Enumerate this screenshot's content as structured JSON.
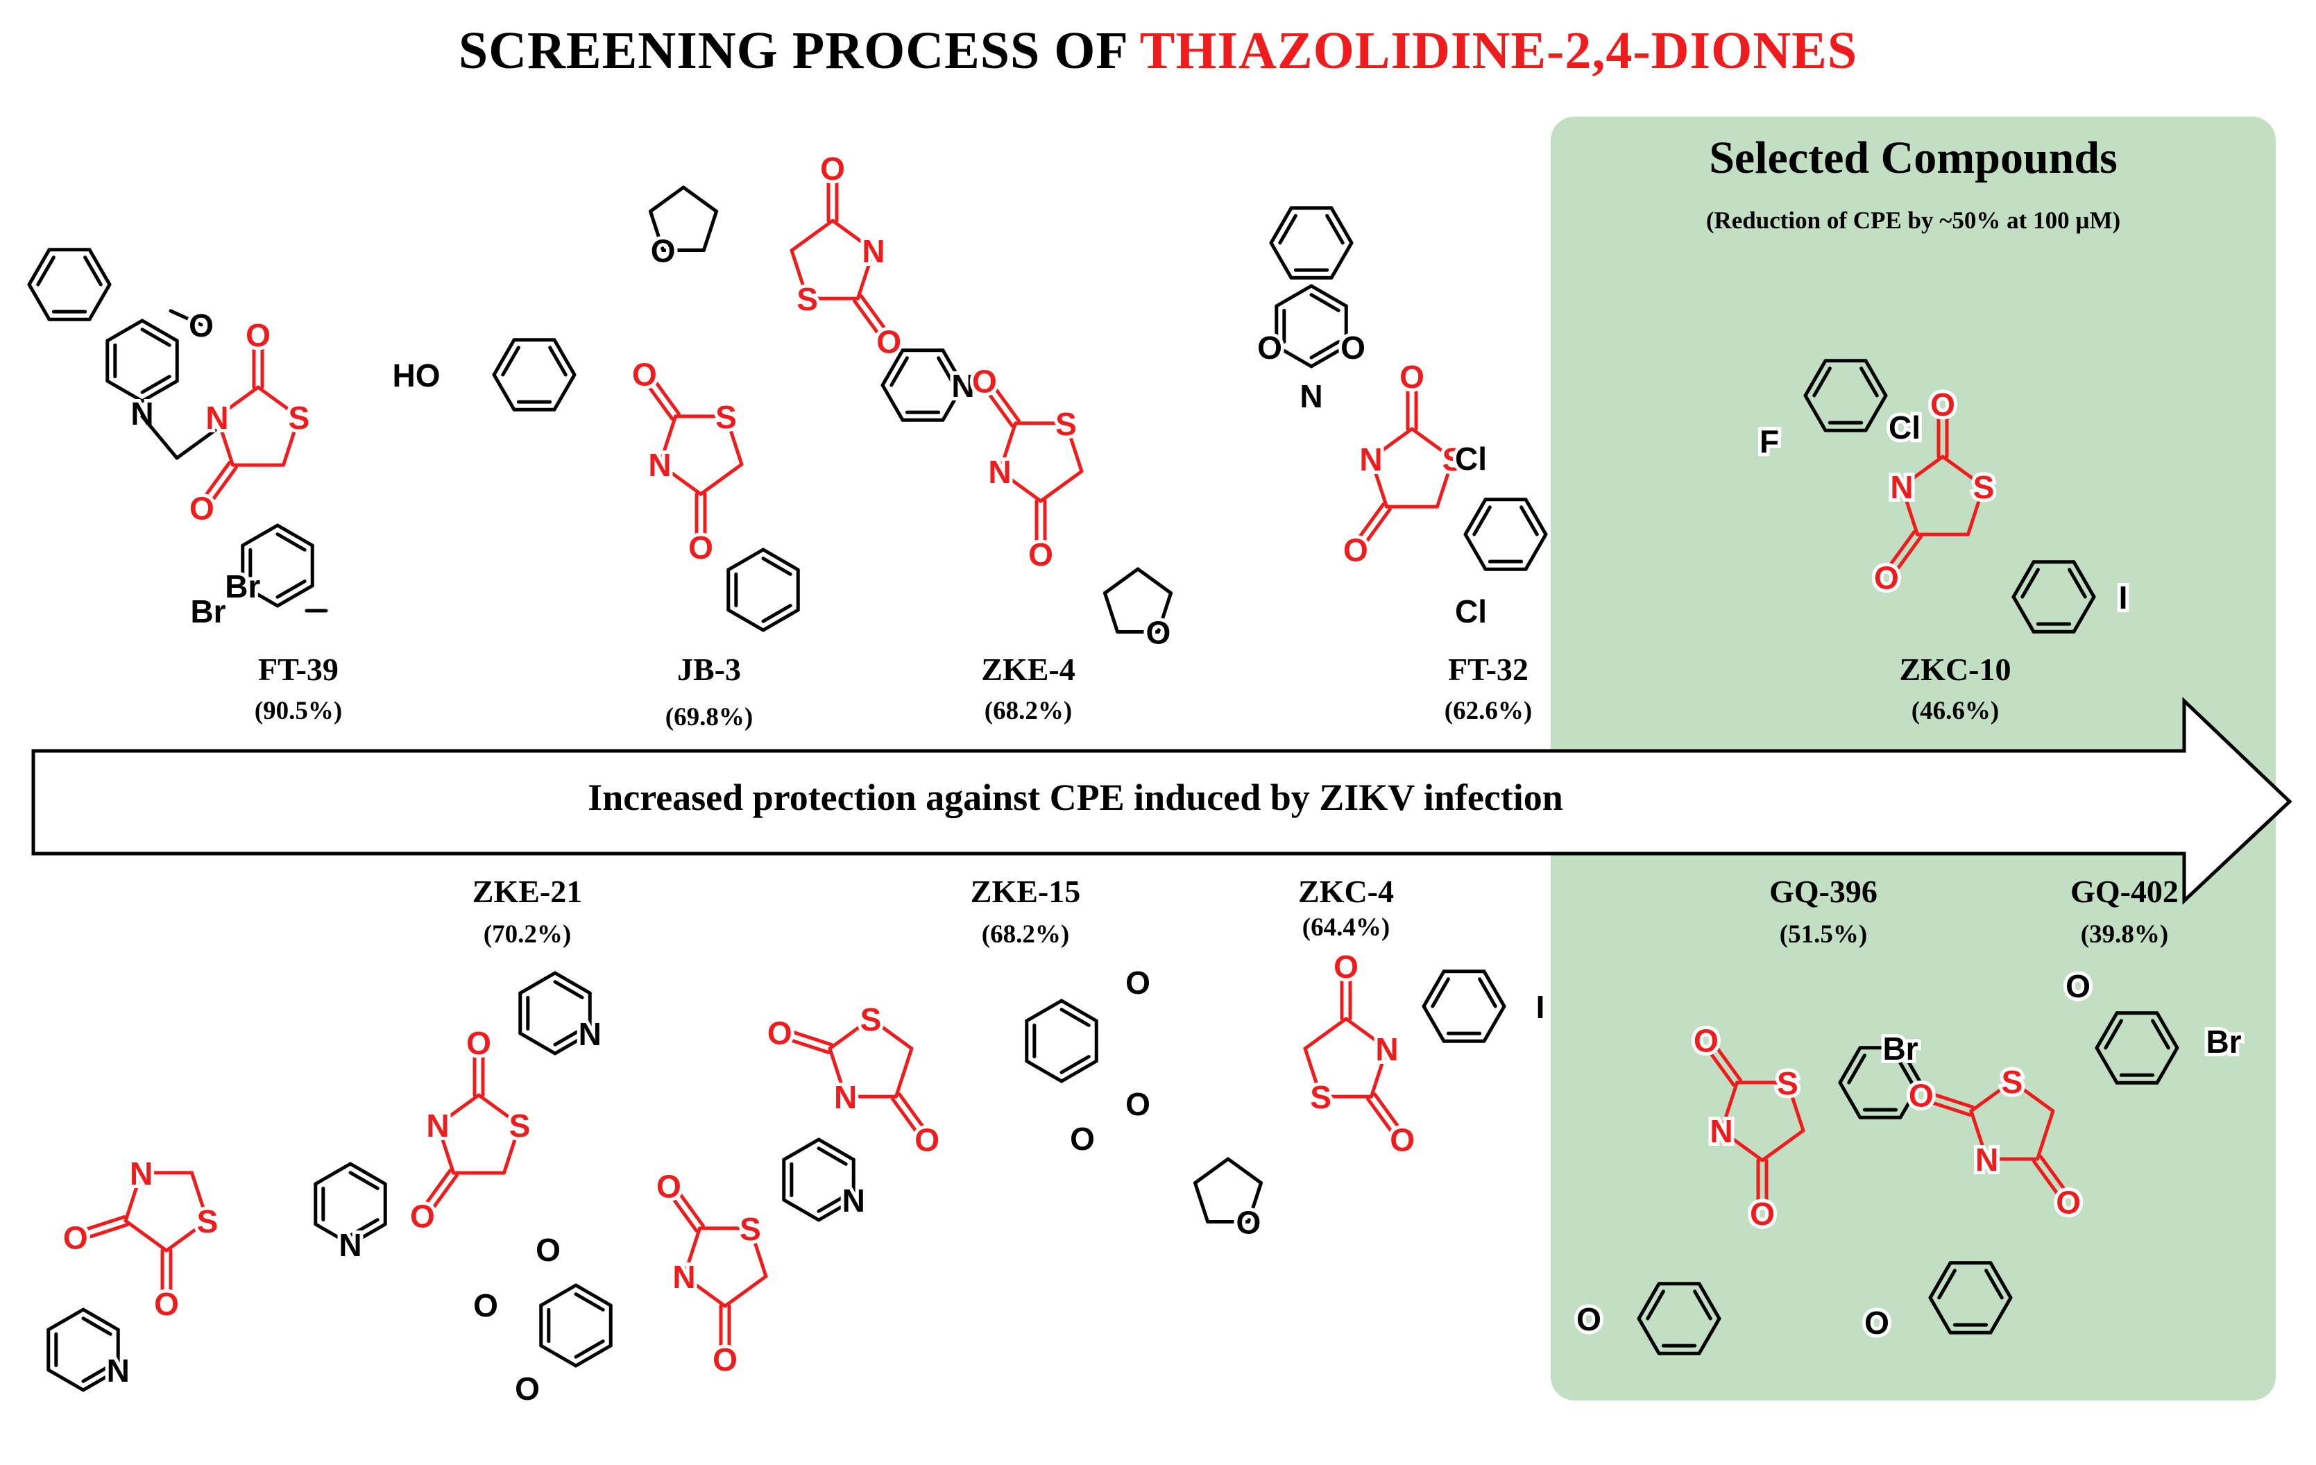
{
  "title": {
    "prefix": "SCREENING PROCESS OF",
    "highlight": "THIAZOLIDINE-2,4-DIONES"
  },
  "selected_panel": {
    "title": "Selected Compounds",
    "subtitle": "(Reduction of CPE by ~50% at 100 µM)"
  },
  "arrow": {
    "label": "Increased protection against CPE induced by ZIKV infection"
  },
  "compounds": {
    "ft39": {
      "name": "FT-39",
      "value": "(90.5%)"
    },
    "jb3": {
      "name": "JB-3",
      "value": "(69.8%)"
    },
    "zke4": {
      "name": "ZKE-4",
      "value": "(68.2%)"
    },
    "ft32": {
      "name": "FT-32",
      "value": "(62.6%)"
    },
    "zkc10": {
      "name": "ZKC-10",
      "value": "(46.6%)"
    },
    "zke21": {
      "name": "ZKE-21",
      "value": "(70.2%)"
    },
    "zke15": {
      "name": "ZKE-15",
      "value": "(68.2%)"
    },
    "zkc4": {
      "name": "ZKC-4",
      "value": "(64.4%)"
    },
    "gq396": {
      "name": "GQ-396",
      "value": "(51.5%)"
    },
    "gq402": {
      "name": "GQ-402",
      "value": "(39.8%)"
    }
  },
  "atom_labels": {
    "O": "O",
    "N": "N",
    "S": "S",
    "HO": "HO",
    "Br": "Br",
    "Cl": "Cl",
    "F": "F",
    "I": "I"
  },
  "colors": {
    "accent_red": "#ee1c1c",
    "panel_green": "#c3dfc3",
    "bond_black": "#000000"
  }
}
